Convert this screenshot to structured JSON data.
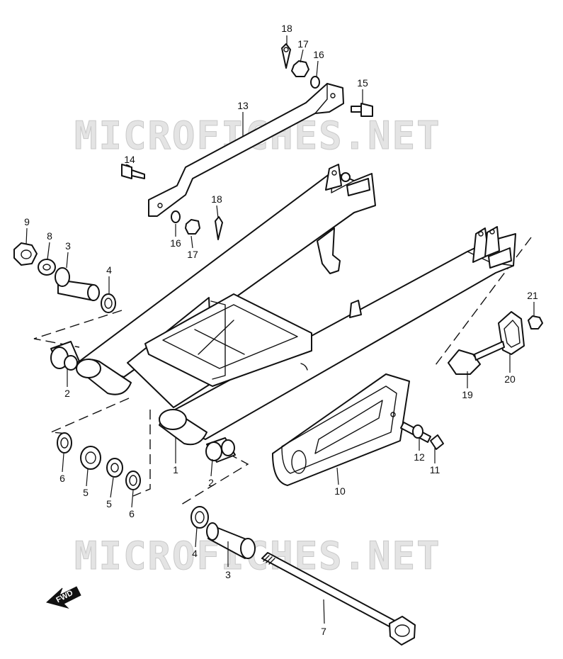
{
  "watermark": {
    "text": "MICROFICHES.NET"
  },
  "direction_badge": {
    "text": "FWD"
  },
  "callouts": {
    "swingarm": "1",
    "bushing_2a": "2",
    "bushing_2b": "2",
    "sleeve_3a": "3",
    "sleeve_3b": "3",
    "washer_4a": "4",
    "washer_4b": "4",
    "seal_5a": "5",
    "seal_5b": "5",
    "washer_6a": "6",
    "washer_6b": "6",
    "pivot_shaft": "7",
    "washer_8": "8",
    "nut_9": "9",
    "chain_case": "10",
    "bolt_11": "11",
    "washer_12": "12",
    "torque_link": "13",
    "bolt_14": "14",
    "bolt_15": "15",
    "washer_16a": "16",
    "washer_16b": "16",
    "nut_17a": "17",
    "nut_17b": "17",
    "pin_18a": "18",
    "pin_18b": "18",
    "chain_adjuster": "19",
    "stopper_20": "20",
    "nut_21": "21"
  }
}
